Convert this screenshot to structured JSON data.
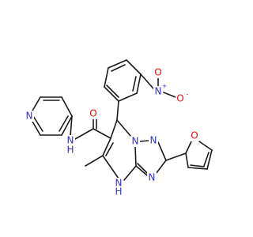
{
  "colors": {
    "bond": "#1a1a1a",
    "carbon": "#1a1a1a",
    "nitrogen": "#2f2fd8",
    "oxygen": "#e01010"
  },
  "labels": {
    "amide_oxygen": "O",
    "amide_nh": "N",
    "amide_h": "H",
    "nitro_n": "N",
    "nitro_charge_plus": "+",
    "nitro_o_top": "O",
    "nitro_o_side": "O",
    "nitro_charge_minus": "-",
    "pyridine_n": "N",
    "triazole_n1": "N",
    "triazole_n2": "N",
    "triazole_n4": "N",
    "ring_nh": "N",
    "ring_h": "H",
    "furan_o": "O"
  }
}
